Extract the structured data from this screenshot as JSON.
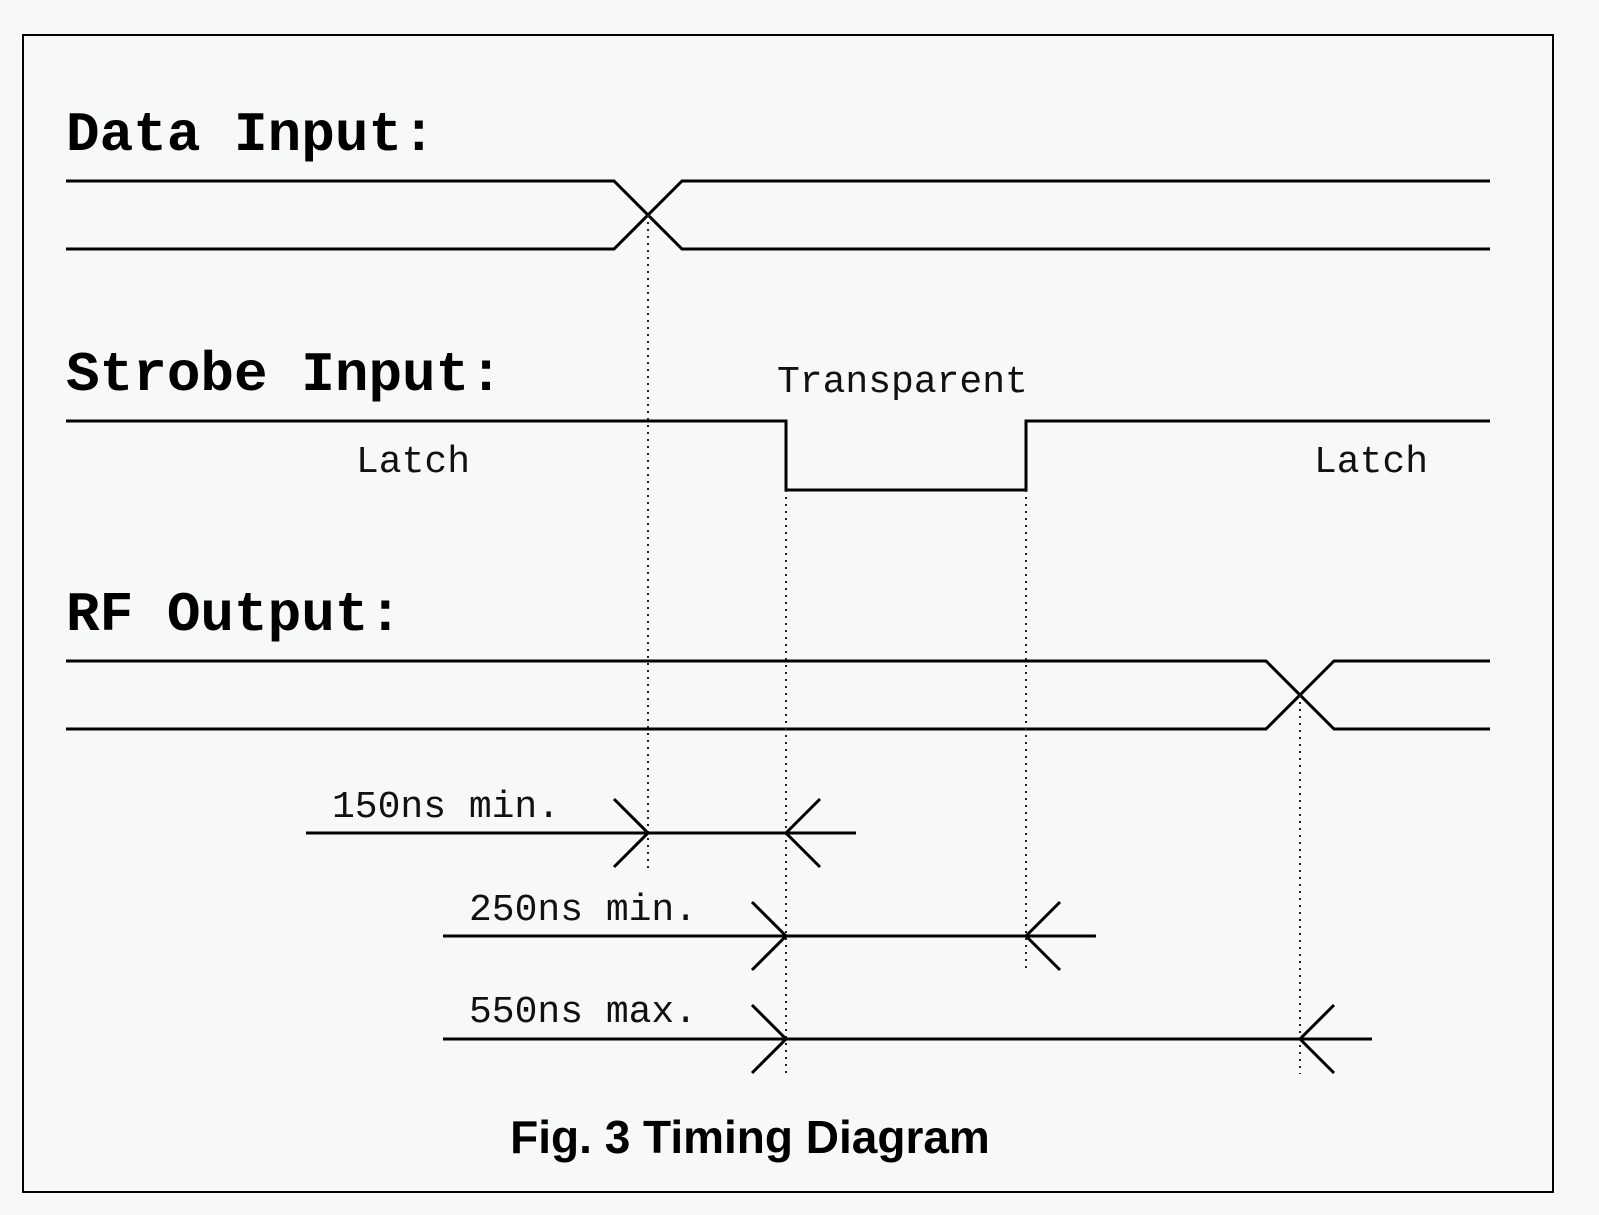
{
  "signals": {
    "data_input": {
      "title": "Data Input:"
    },
    "strobe_input": {
      "title": "Strobe Input:",
      "state_latch_left": "Latch",
      "state_transparent": "Transparent",
      "state_latch_right": "Latch"
    },
    "rf_output": {
      "title": "RF Output:"
    }
  },
  "timings": {
    "setup": "150ns min.",
    "pulse_width": "250ns min.",
    "output_delay": "550ns max."
  },
  "caption": "Fig. 3 Timing Diagram"
}
